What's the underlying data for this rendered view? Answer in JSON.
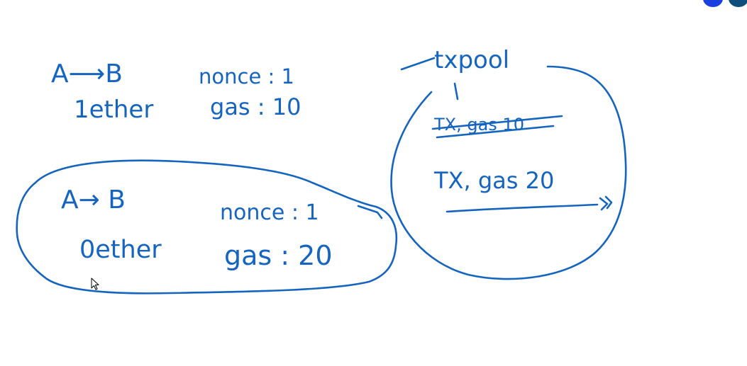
{
  "colors": {
    "ink": "#1565c0",
    "background": "#ffffff",
    "toolbar_dot_1": "#1a3fe0",
    "toolbar_dot_2": "#0d4f7a"
  },
  "note_top": {
    "transfer": "A⟶B",
    "amount": "1ether",
    "nonce": "nonce : 1",
    "gas": "gas : 10"
  },
  "note_bottom": {
    "transfer": "A→ B",
    "amount": "0ether",
    "nonce": "nonce : 1",
    "gas": "gas : 20"
  },
  "txpool": {
    "title": "txpool",
    "struck_entry": "TX, gas 10",
    "entry": "TX, gas 20"
  },
  "icons": {
    "cursor": "mouse-pointer-icon"
  }
}
